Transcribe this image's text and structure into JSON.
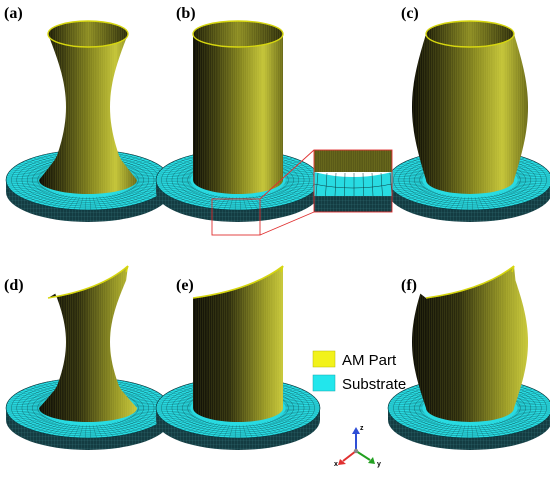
{
  "panels": [
    {
      "label": "(a)",
      "shape": "hourglass",
      "sweep": "full"
    },
    {
      "label": "(b)",
      "shape": "cylinder",
      "sweep": "full",
      "inset": true
    },
    {
      "label": "(c)",
      "shape": "barrel",
      "sweep": "full"
    },
    {
      "label": "(d)",
      "shape": "hourglass",
      "sweep": "half"
    },
    {
      "label": "(e)",
      "shape": "cylinder",
      "sweep": "half"
    },
    {
      "label": "(f)",
      "shape": "barrel",
      "sweep": "half"
    }
  ],
  "legend": {
    "items": [
      {
        "label": "AM Part",
        "color": "#f2f21a"
      },
      {
        "label": "Substrate",
        "color": "#22e6ec"
      }
    ]
  },
  "axes_triad": {
    "z": "z",
    "x": "x",
    "y": "y"
  },
  "colors": {
    "part_edge": "#d6d60e",
    "part_dark": "#0b0b06",
    "part_mid": "#5c5c16",
    "part_light": "#bdbd36",
    "substrate_top": "#28dbe2",
    "substrate_side": "#143c42",
    "mesh_line": "#0a3a40",
    "inset_box": "#e03030",
    "axis_z": "#2f4fd6",
    "axis_x": "#e03030",
    "axis_y": "#22a020"
  }
}
